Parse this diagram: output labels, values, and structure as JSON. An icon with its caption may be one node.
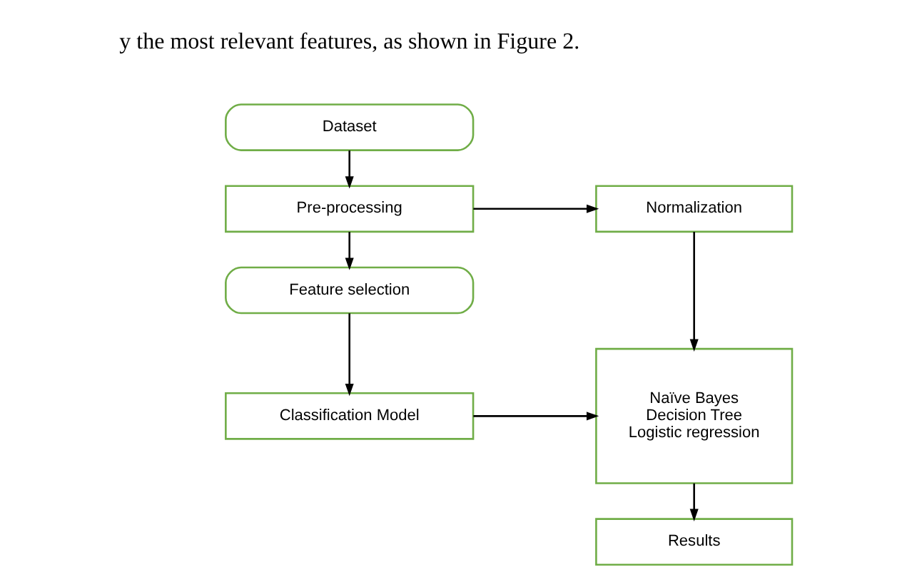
{
  "diagram": {
    "nodes": [
      {
        "text": [
          "Dataset"
        ]
      },
      {
        "text": [
          "Pre-processing"
        ]
      },
      {
        "text": [
          "Feature selection"
        ]
      },
      {
        "text": [
          "Classification Model"
        ]
      },
      {
        "text": [
          "Normalization"
        ]
      },
      {
        "text": [
          "Naïve Bayes",
          "Decision Tree",
          "Logistic regression"
        ]
      },
      {
        "text": [
          "Results"
        ]
      }
    ],
    "edges": [
      {
        "from": 0,
        "to": 1,
        "arrow": "to"
      },
      {
        "from": 1,
        "to": 2,
        "arrow": "to"
      },
      {
        "from": 2,
        "to": 3,
        "arrow": "to"
      },
      {
        "from": 1,
        "to": 4,
        "arrow": "to"
      },
      {
        "from": 4,
        "to": 5,
        "arrow": "to"
      },
      {
        "from": 3,
        "to": 5,
        "arrow": "to"
      },
      {
        "from": 5,
        "to": 6,
        "arrow": "to"
      }
    ],
    "labels": [
      "y the most relevant features, as shown in Figure 2."
    ]
  }
}
